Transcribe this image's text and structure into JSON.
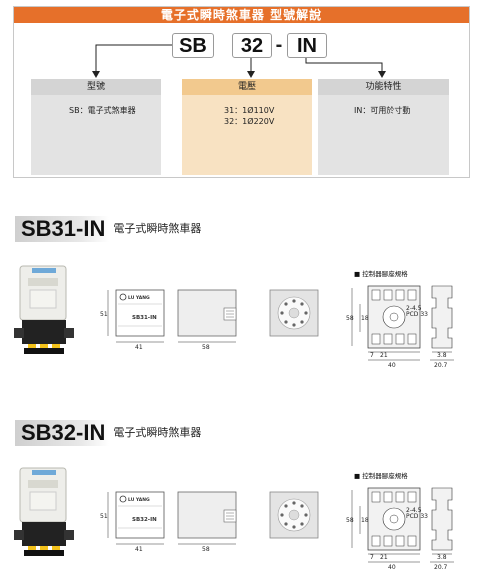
{
  "model_guide": {
    "title": "電子式瞬時煞車器 型號解說",
    "code_parts": [
      "SB",
      "32",
      "IN"
    ],
    "separator": "-",
    "columns": [
      {
        "heading": "型號",
        "lines": [
          "SB：電子式煞車器"
        ],
        "color": "#e0e0e0"
      },
      {
        "heading": "電壓",
        "lines": [
          "31：1Ø110V",
          "32：1Ø220V"
        ],
        "color": "#f6dcb4"
      },
      {
        "heading": "功能特性",
        "lines": [
          "IN：可用於寸動"
        ],
        "color": "#e0e0e0"
      }
    ]
  },
  "products": [
    {
      "code": "SB31-IN",
      "name": "電子式瞬時煞車器",
      "front_label": {
        "brand": "LU YANG",
        "model": "SB31-IN"
      },
      "socket_title": "■ 控制器腳座規格",
      "dims": {
        "height": "51",
        "width": "41",
        "depth": "58",
        "socket_width": "40",
        "socket_height": "58",
        "socket_inner": "21",
        "socket_left": "7",
        "hole": "2-4.5",
        "pcd": "PCD 33",
        "rail_a": "3.8",
        "rail_b": "20.7",
        "socket_side": "18"
      }
    },
    {
      "code": "SB32-IN",
      "name": "電子式瞬時煞車器",
      "front_label": {
        "brand": "LU YANG",
        "model": "SB32-IN"
      },
      "socket_title": "■ 控制器腳座規格",
      "dims": {
        "height": "51",
        "width": "41",
        "depth": "58",
        "socket_width": "40",
        "socket_height": "58",
        "socket_inner": "21",
        "socket_left": "7",
        "hole": "2-4.5",
        "pcd": "PCD 33",
        "rail_a": "3.8",
        "rail_b": "20.7",
        "socket_side": "18"
      }
    }
  ]
}
